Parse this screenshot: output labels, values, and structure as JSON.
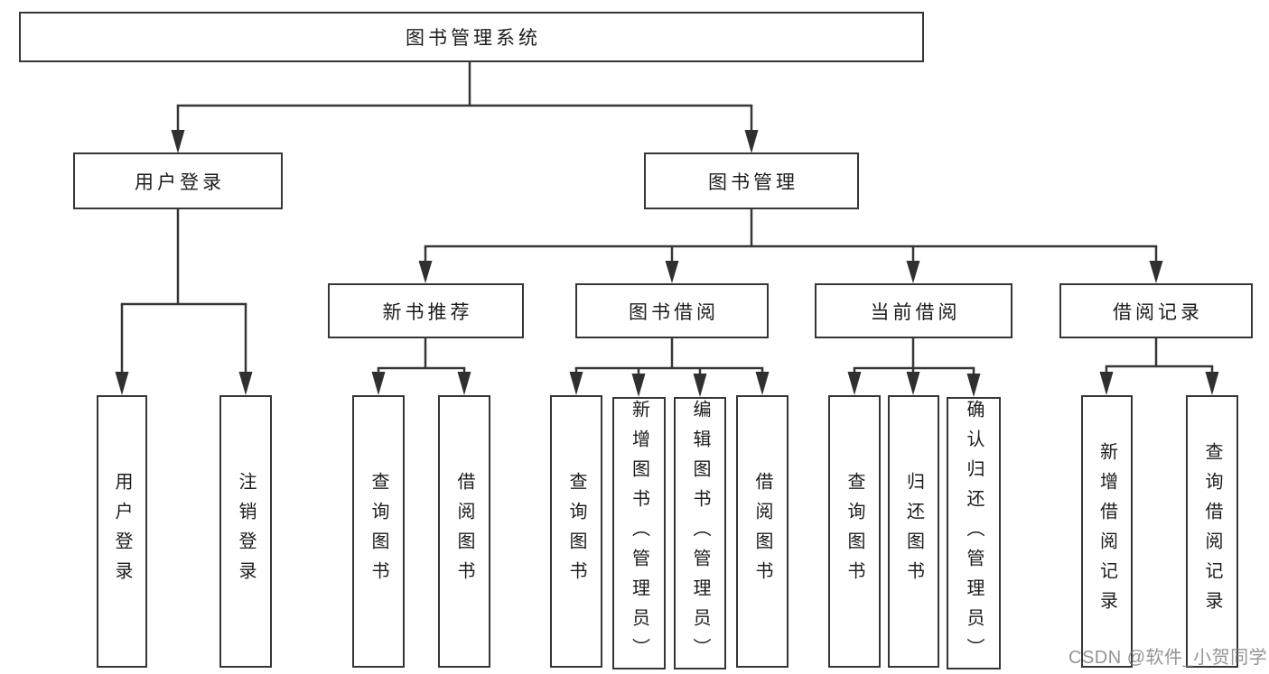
{
  "colors": {
    "line": "#363636",
    "box_border": "#363636",
    "text": "#1c1c1c",
    "watermark": "#7d7d82"
  },
  "tree": {
    "root": {
      "label": "图书管理系统"
    },
    "branches": [
      {
        "label": "用户登录",
        "children": [
          {
            "label": "用户登录"
          },
          {
            "label": "注销登录"
          }
        ]
      },
      {
        "label": "图书管理",
        "sections": [
          {
            "label": "新书推荐",
            "children": [
              {
                "label": "查询图书"
              },
              {
                "label": "借阅图书"
              }
            ]
          },
          {
            "label": "图书借阅",
            "children": [
              {
                "label": "查询图书"
              },
              {
                "label": "新增图书（管理员）"
              },
              {
                "label": "编辑图书（管理员）"
              },
              {
                "label": "借阅图书"
              }
            ]
          },
          {
            "label": "当前借阅",
            "children": [
              {
                "label": "查询图书"
              },
              {
                "label": "归还图书"
              },
              {
                "label": "确认归还（管理员）"
              }
            ]
          },
          {
            "label": "借阅记录",
            "children": [
              {
                "label": "新增借阅记录"
              },
              {
                "label": "查询借阅记录"
              }
            ]
          }
        ]
      }
    ]
  },
  "watermark": {
    "label": "CSDN @软件_小贺同学"
  }
}
